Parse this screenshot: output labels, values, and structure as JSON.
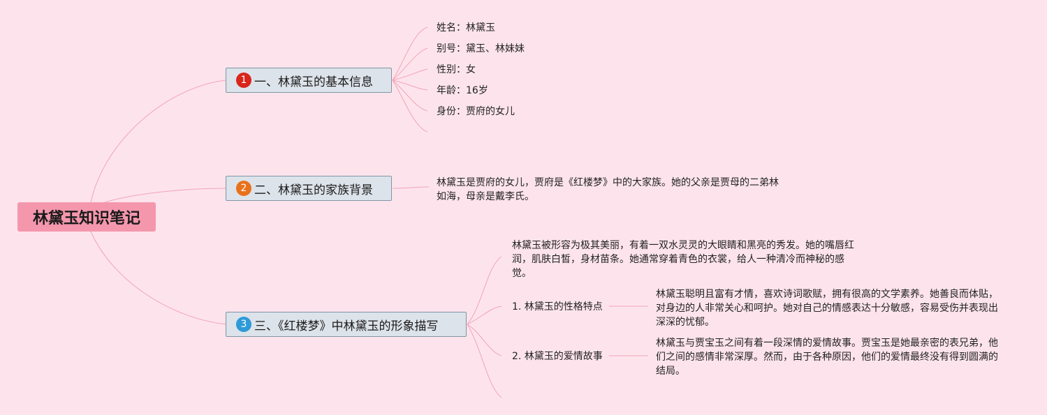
{
  "root": {
    "title": "林黛玉知识笔记"
  },
  "colors": {
    "background": "#fde4ec",
    "root_fill": "#f497ad",
    "branch_fill": "#dde3ea",
    "branch_border": "#7f95a6",
    "connector": "#f2a3b8",
    "badge_1": "#d9261c",
    "badge_2": "#e9711c",
    "badge_3": "#2e9ad8"
  },
  "branches": [
    {
      "marker": "1",
      "label": "一、林黛玉的基本信息",
      "items": [
        "姓名：林黛玉",
        "别号：黛玉、林妹妹",
        "性别：女",
        "年龄：16岁",
        "身份：贾府的女儿",
        ""
      ]
    },
    {
      "marker": "2",
      "label": "二、林黛玉的家族背景",
      "text": "林黛玉是贾府的女儿，贾府是《红楼梦》中的大家族。她的父亲是贾母的二弟林如海，母亲是戴李氏。"
    },
    {
      "marker": "3",
      "label": "三、《红楼梦》中林黛玉的形象描写",
      "text": "林黛玉被形容为极其美丽，有着一双水灵灵的大眼睛和黑亮的秀发。她的嘴唇红润，肌肤白皙，身材苗条。她通常穿着青色的衣裳，给人一种清冷而神秘的感觉。",
      "subtopics": [
        {
          "label": "1. 林黛玉的性格特点",
          "text": "林黛玉聪明且富有才情，喜欢诗词歌赋，拥有很高的文学素养。她善良而体贴，对身边的人非常关心和呵护。她对自己的情感表达十分敏感，容易受伤并表现出深深的忧郁。"
        },
        {
          "label": "2. 林黛玉的爱情故事",
          "text": "林黛玉与贾宝玉之间有着一段深情的爱情故事。贾宝玉是她最亲密的表兄弟，他们之间的感情非常深厚。然而，由于各种原因，他们的爱情最终没有得到圆满的结局。"
        }
      ]
    }
  ]
}
